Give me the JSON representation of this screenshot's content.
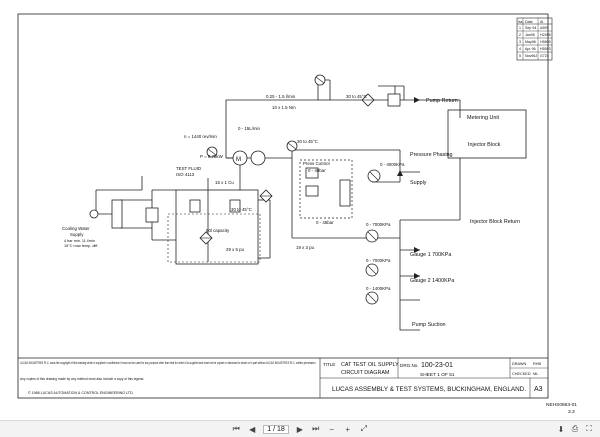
{
  "revision_table": {
    "headers": [
      "Iss",
      "Date",
      "AI"
    ],
    "rows": [
      [
        "1",
        "Sep 94",
        "A905"
      ],
      [
        "2",
        "Jan95",
        "H2496"
      ],
      [
        "3",
        "May96",
        "H5605"
      ],
      [
        "4",
        "Apr 96",
        "H5593"
      ],
      [
        "5",
        "Nov96J",
        "G724"
      ]
    ]
  },
  "labels": {
    "flow_top": "0.25 - 1.5 l/min",
    "temp1": "30 to 45°C",
    "pump_return": "Pump Return",
    "metering_unit": "Metering Unit",
    "injector_block": "Injector Block",
    "pipe1": "10 x 1.5 Nm",
    "flow2": "0 - 15L/min",
    "speed": "n = 1440 rev/min",
    "motor_kw": "P = 0.75kW",
    "temp2": "30 to 45°C",
    "pressure_phasing": "Pressure Phasing",
    "press_control": "Press Control",
    "press_range": "0 - 40bar",
    "gauge_4000": "0 - 4000KPa",
    "test_fluid": "TEST FLUID",
    "iso": "ISO 4113",
    "pipe2": "15 x 1 Cu",
    "supply": "Supply",
    "cooling": "Cooling Water",
    "supply2": "Supply",
    "water_spec1": "4 bar min. 11 l/min",
    "water_spec2": "15°C max temp. diff.",
    "capacity": "50l capacity",
    "pipe3": "29 x 5 pu",
    "temp3": "30 to 45°C",
    "gauge_7000a": "0 - 7000KPa",
    "flow3": "0 - 45bar",
    "injector_return": "Injector Block Return",
    "pipe4": "19 x 3 pu",
    "gauge_7000b": "0 - 7000KPa",
    "gauge1": "Gauge 1 700KPa",
    "gauge_1600": "0 - 1400KPa",
    "gauge2": "Gauge 2 1400KPa",
    "pump_suction": "Pump Suction"
  },
  "title_block": {
    "notice": "LUCAS INDUSTRIES PLC. owns the copyright of this drawing which is supplied in confidence it must not be used for any purpose other than that for which it is supplied and must not be copied or disclosed in whole or in part without LUCAS INDUSTRIES PLC. written permission.",
    "notice2": "Any copies of this drawing made by any method must also include a copy of this legend.",
    "copyright": "© 1988  LUCAS AUTOMATION & CONTROL ENGINEERING LTD.",
    "title_label": "TITLE",
    "title_line1": "CAT TEST OIL SUPPLY",
    "title_line2": "CIRCUIT DIAGRAM",
    "drg_label": "DRG.No.",
    "drg_no": "100-23-01",
    "sheet": "SHEET 1 OF 51",
    "drawn_label": "DRAWN",
    "drawn_by": "RHB",
    "checked_label": "CHECKED",
    "checked_by": "ML",
    "company": "LUCAS ASSEMBLY & TEST SYSTEMS, BUCKINGHAM, ENGLAND.",
    "size": "A3",
    "doc_ref": "NEHS0863-01",
    "doc_ver": "3.3"
  },
  "viewer": {
    "page_current": "1",
    "page_total": "/ 18"
  }
}
